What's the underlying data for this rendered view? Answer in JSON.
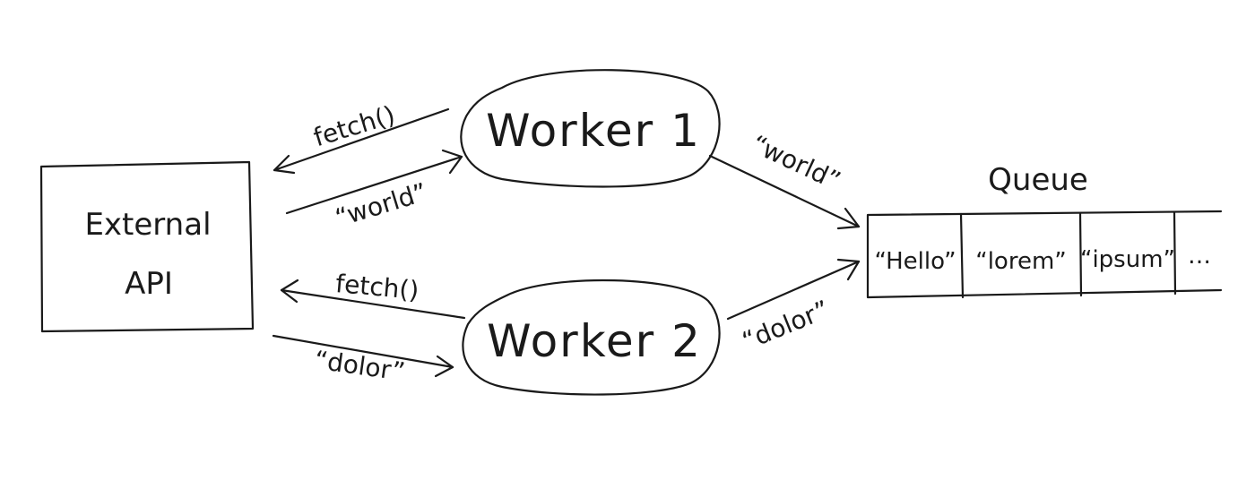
{
  "nodes": {
    "external_api": {
      "line1": "External",
      "line2": "API"
    },
    "worker1": {
      "label": "Worker 1"
    },
    "worker2": {
      "label": "Worker 2"
    },
    "queue": {
      "title": "Queue",
      "cells": [
        "“Hello”",
        "“lorem”",
        "“ipsum”",
        "…"
      ]
    }
  },
  "edges": {
    "w1_fetch": "fetch()",
    "w1_return": "“world”",
    "w1_to_queue": "“world”",
    "w2_fetch": "fetch()",
    "w2_return": "“dolor”",
    "w2_to_queue": "“dolor”"
  }
}
